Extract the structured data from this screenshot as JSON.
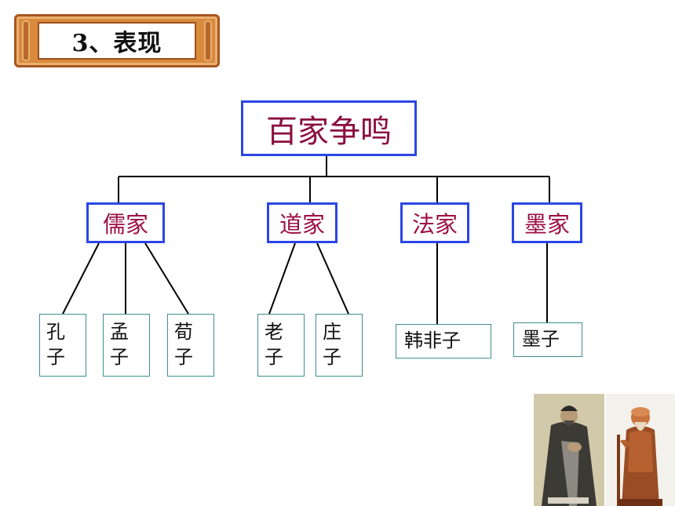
{
  "banner": {
    "title": "3、表现"
  },
  "diagram": {
    "root": "百家争鸣",
    "schools": [
      {
        "name": "儒家",
        "members": [
          "孔子",
          "孟子",
          "荀子"
        ]
      },
      {
        "name": "道家",
        "members": [
          "老子",
          "庄子"
        ]
      },
      {
        "name": "法家",
        "members": [
          "韩非子"
        ]
      },
      {
        "name": "墨家",
        "members": [
          "墨子"
        ]
      }
    ]
  },
  "colors": {
    "box_border": "#2b46e6",
    "root_text": "#8b0f3f",
    "school_text": "#9c0f43",
    "leaf_border": "#3e8f8f",
    "banner": "#d98a3c"
  },
  "images": [
    "confucius-portrait",
    "laozi-statue"
  ]
}
